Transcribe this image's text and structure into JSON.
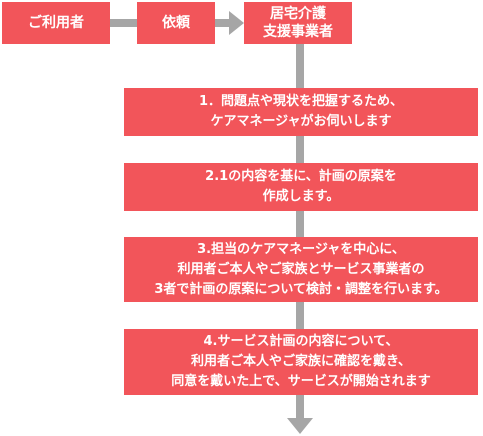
{
  "top_row": {
    "user": "ご利用者",
    "request": "依頼",
    "care_manager_office": "居宅介護\n支援事業者"
  },
  "steps": [
    {
      "text": "1．問題点や現状を把握するため、\nケアマネージャがお伺いします"
    },
    {
      "text": "2.1の内容を基に、計画の原案を\n作成します。"
    },
    {
      "text": "3.担当のケアマネージャを中心に、\n利用者ご本人やご家族とサービス事業者の\n3者で計画の原案について検討・調整を行います。"
    },
    {
      "text": "4.サービス計画の内容について、\n利用者ご本人やご家族に確認を戴き、\n同意を戴いた上で、サービスが開始されます"
    }
  ],
  "colors": {
    "box": "#f2555a",
    "text": "#ffffff",
    "arrow": "#a6a6a6"
  }
}
